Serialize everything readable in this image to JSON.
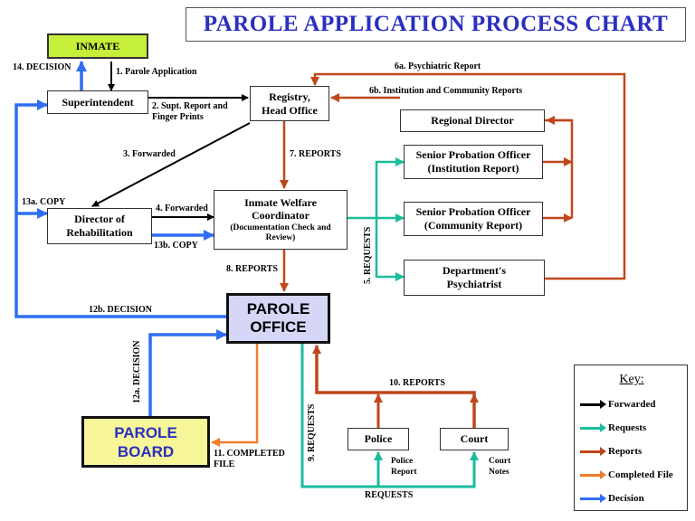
{
  "title": "PAROLE APPLICATION PROCESS CHART",
  "colors": {
    "forwarded": "#000000",
    "requests": "#1abc9c",
    "reports": "#c0471c",
    "completed_file": "#ef7d2b",
    "decision": "#2f6ef2",
    "title_text": "#2a2fbf",
    "inmate_fill": "#c6ef3a",
    "parole_office_fill": "#d6d7f7",
    "parole_board_fill": "#f7f79a"
  },
  "nodes": {
    "inmate": "INMATE",
    "superintendent": "Superintendent",
    "registry": "Registry,\nHead Office",
    "regional_director": "Regional Director",
    "spo_institution": "Senior Probation Officer\n(Institution Report)",
    "spo_community": "Senior Probation Officer\n(Community Report)",
    "dept_psychiatrist": "Department's\nPsychiatrist",
    "director_rehab": "Director of\nRehabilitation",
    "iwc_title": "Inmate Welfare\nCoordinator",
    "iwc_sub": "(Documentation Check and\nReview)",
    "parole_office": "PAROLE\nOFFICE",
    "parole_board": "PAROLE\nBOARD",
    "police": "Police",
    "court": "Court"
  },
  "edge_labels": {
    "e1": "1. Parole Application",
    "e14": "14. DECISION",
    "e2": "2. Supt. Report and\nFinger Prints",
    "e3": "3. Forwarded",
    "e4": "4. Forwarded",
    "e13a": "13a. COPY",
    "e13b": "13b. COPY",
    "e6a": "6a. Psychiatric Report",
    "e6b": "6b. Institution and Community Reports",
    "e7": "7. REPORTS",
    "e8": "8. REPORTS",
    "e5": "5. REQUESTS",
    "e12b": "12b. DECISION",
    "e12a": "12a. DECISION",
    "e11": "11. COMPLETED\nFILE",
    "e9": "9. REQUESTS",
    "e10": "10. REPORTS",
    "police_report": "Police\nReport",
    "court_notes": "Court\nNotes",
    "requests_bottom": "REQUESTS"
  },
  "key": {
    "title": "Key:",
    "items": [
      {
        "label": "Forwarded",
        "color": "#000000"
      },
      {
        "label": "Requests",
        "color": "#1abc9c"
      },
      {
        "label": "Reports",
        "color": "#c0471c"
      },
      {
        "label": "Completed File",
        "color": "#ef7d2b"
      },
      {
        "label": "Decision",
        "color": "#2f6ef2"
      }
    ]
  }
}
